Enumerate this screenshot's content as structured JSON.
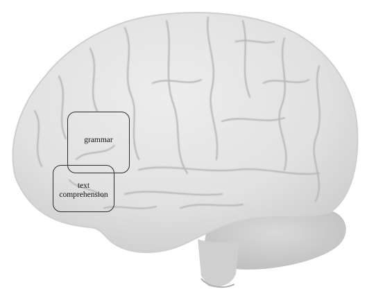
{
  "figure": {
    "regions": [
      {
        "id": "grammar",
        "lines": [
          "grammar"
        ]
      },
      {
        "id": "text-comprehension",
        "lines": [
          "text",
          "comprehension"
        ]
      }
    ]
  }
}
